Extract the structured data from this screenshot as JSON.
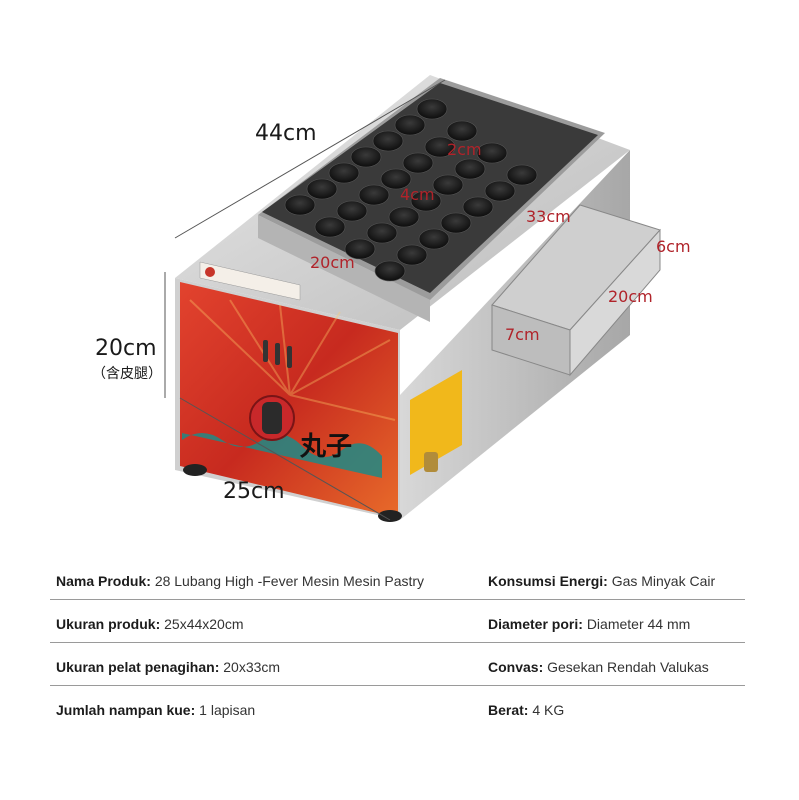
{
  "product_image": {
    "dimensions": {
      "length": "44cm",
      "height": "20cm",
      "height_note": "（含皮腿）",
      "depth": "25cm",
      "hole_depth": "2cm",
      "hole_spacing": "4cm",
      "plate_length": "33cm",
      "plate_width": "20cm",
      "tray_height": "6cm",
      "tray_length": "20cm",
      "tray_width": "7cm"
    },
    "front_panel_text": "丸子"
  },
  "specs": [
    {
      "left": {
        "label": "Nama Produk:",
        "value": "28 Lubang High -Fever Mesin Mesin Pastry"
      },
      "right": {
        "label": "Konsumsi Energi:",
        "value": "Gas Minyak Cair"
      }
    },
    {
      "left": {
        "label": "Ukuran produk:",
        "value": "25x44x20cm"
      },
      "right": {
        "label": "Diameter pori:",
        "value": "Diameter 44 mm"
      }
    },
    {
      "left": {
        "label": "Ukuran pelat penagihan:",
        "value": "20x33cm"
      },
      "right": {
        "label": "Convas:",
        "value": "Gesekan Rendah Valukas"
      }
    },
    {
      "left": {
        "label": "Jumlah nampan kue:",
        "value": "1 lapisan"
      },
      "right": {
        "label": "Berat:",
        "value": "4 KG"
      }
    }
  ]
}
